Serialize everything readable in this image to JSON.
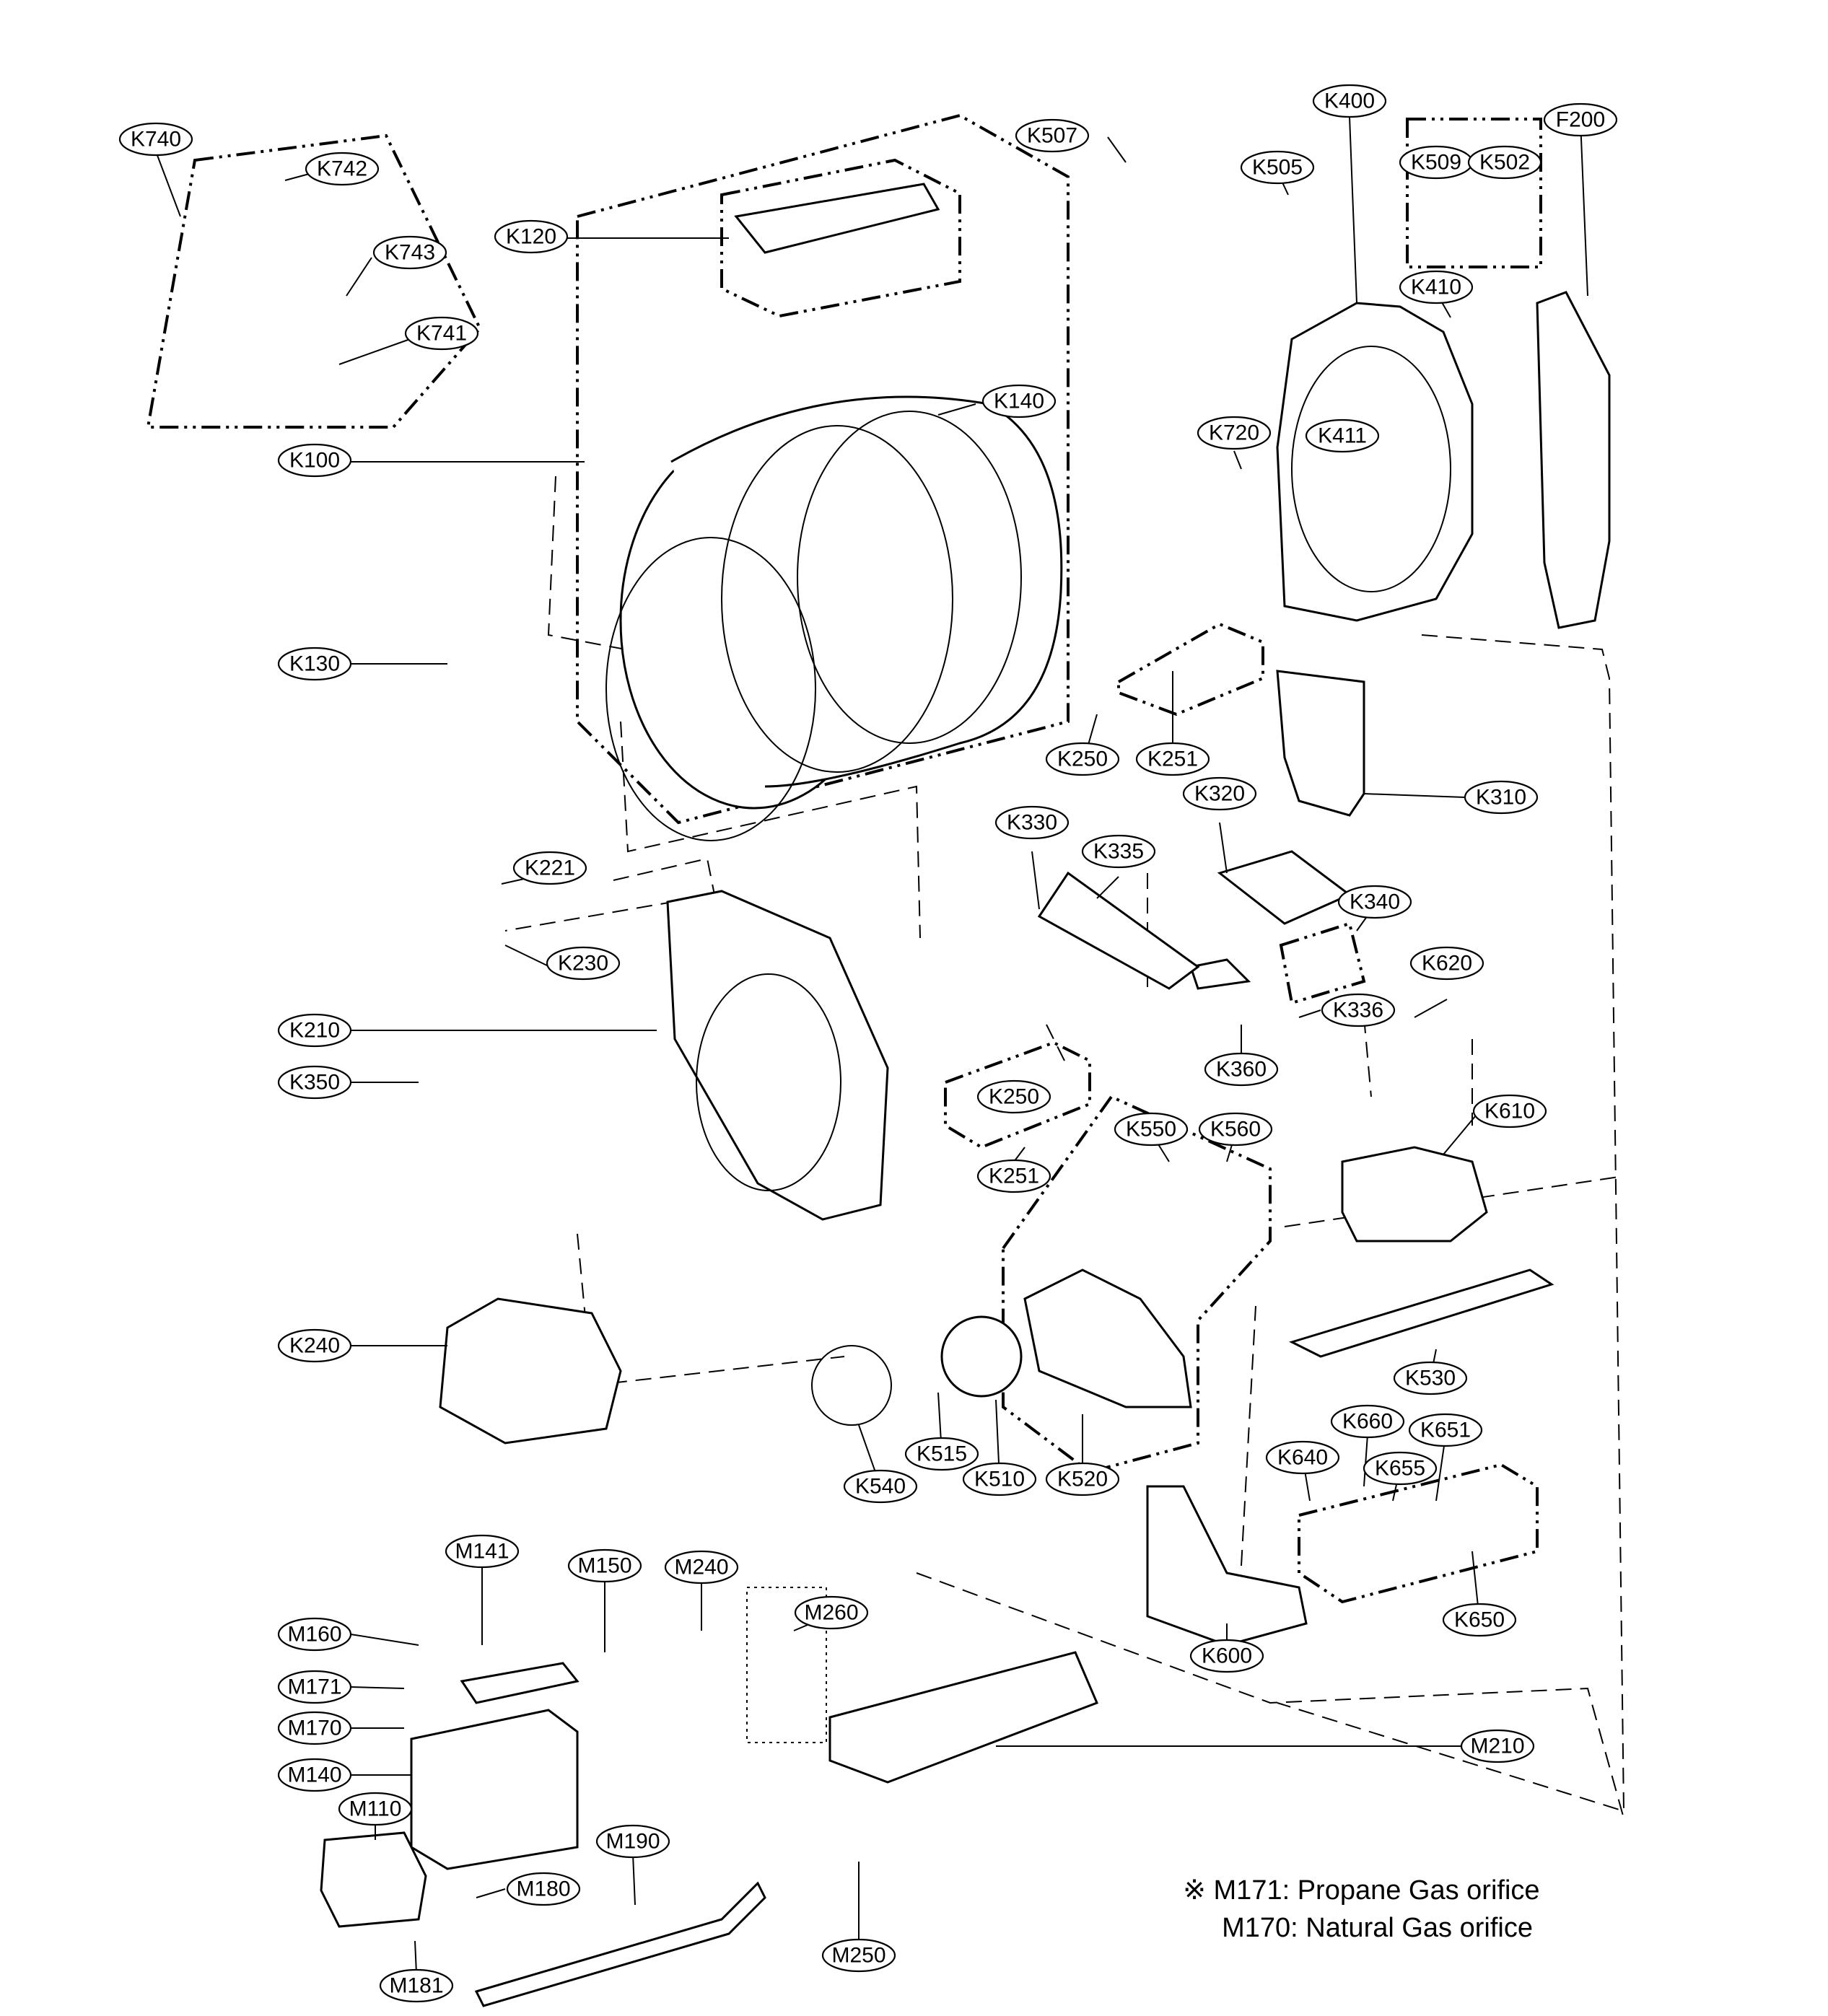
{
  "callouts": [
    {
      "id": "K740",
      "label": "K740"
    },
    {
      "id": "K742",
      "label": "K742"
    },
    {
      "id": "K743",
      "label": "K743"
    },
    {
      "id": "K741",
      "label": "K741"
    },
    {
      "id": "K120",
      "label": "K120"
    },
    {
      "id": "K100",
      "label": "K100"
    },
    {
      "id": "K140",
      "label": "K140"
    },
    {
      "id": "K130",
      "label": "K130"
    },
    {
      "id": "K507",
      "label": "K507"
    },
    {
      "id": "K505",
      "label": "K505"
    },
    {
      "id": "K400",
      "label": "K400"
    },
    {
      "id": "K509",
      "label": "K509"
    },
    {
      "id": "K502",
      "label": "K502"
    },
    {
      "id": "F200",
      "label": "F200"
    },
    {
      "id": "K410",
      "label": "K410"
    },
    {
      "id": "K411",
      "label": "K411"
    },
    {
      "id": "K720",
      "label": "K720"
    },
    {
      "id": "K250a",
      "label": "K250"
    },
    {
      "id": "K251a",
      "label": "K251"
    },
    {
      "id": "K310",
      "label": "K310"
    },
    {
      "id": "K221",
      "label": "K221"
    },
    {
      "id": "K230",
      "label": "K230"
    },
    {
      "id": "K330",
      "label": "K330"
    },
    {
      "id": "K335",
      "label": "K335"
    },
    {
      "id": "K320",
      "label": "K320"
    },
    {
      "id": "K340",
      "label": "K340"
    },
    {
      "id": "K620",
      "label": "K620"
    },
    {
      "id": "K210",
      "label": "K210"
    },
    {
      "id": "K350",
      "label": "K350"
    },
    {
      "id": "K250b",
      "label": "K250"
    },
    {
      "id": "K251b",
      "label": "K251"
    },
    {
      "id": "K336",
      "label": "K336"
    },
    {
      "id": "K360",
      "label": "K360"
    },
    {
      "id": "K610",
      "label": "K610"
    },
    {
      "id": "K550",
      "label": "K550"
    },
    {
      "id": "K560",
      "label": "K560"
    },
    {
      "id": "K240",
      "label": "K240"
    },
    {
      "id": "K530",
      "label": "K530"
    },
    {
      "id": "K540",
      "label": "K540"
    },
    {
      "id": "K515",
      "label": "K515"
    },
    {
      "id": "K510",
      "label": "K510"
    },
    {
      "id": "K520",
      "label": "K520"
    },
    {
      "id": "K640",
      "label": "K640"
    },
    {
      "id": "K660",
      "label": "K660"
    },
    {
      "id": "K655",
      "label": "K655"
    },
    {
      "id": "K651",
      "label": "K651"
    },
    {
      "id": "K650",
      "label": "K650"
    },
    {
      "id": "K600",
      "label": "K600"
    },
    {
      "id": "M141",
      "label": "M141"
    },
    {
      "id": "M150",
      "label": "M150"
    },
    {
      "id": "M240",
      "label": "M240"
    },
    {
      "id": "M260",
      "label": "M260"
    },
    {
      "id": "M160",
      "label": "M160"
    },
    {
      "id": "M171",
      "label": "M171"
    },
    {
      "id": "M170",
      "label": "M170"
    },
    {
      "id": "M140",
      "label": "M140"
    },
    {
      "id": "M110",
      "label": "M110"
    },
    {
      "id": "M190",
      "label": "M190"
    },
    {
      "id": "M180",
      "label": "M180"
    },
    {
      "id": "M181",
      "label": "M181"
    },
    {
      "id": "M210",
      "label": "M210"
    },
    {
      "id": "M250",
      "label": "M250"
    }
  ],
  "notes": {
    "symbol": "※",
    "line1": "M171: Propane Gas orifice",
    "line2": "M170: Natural Gas orifice"
  }
}
